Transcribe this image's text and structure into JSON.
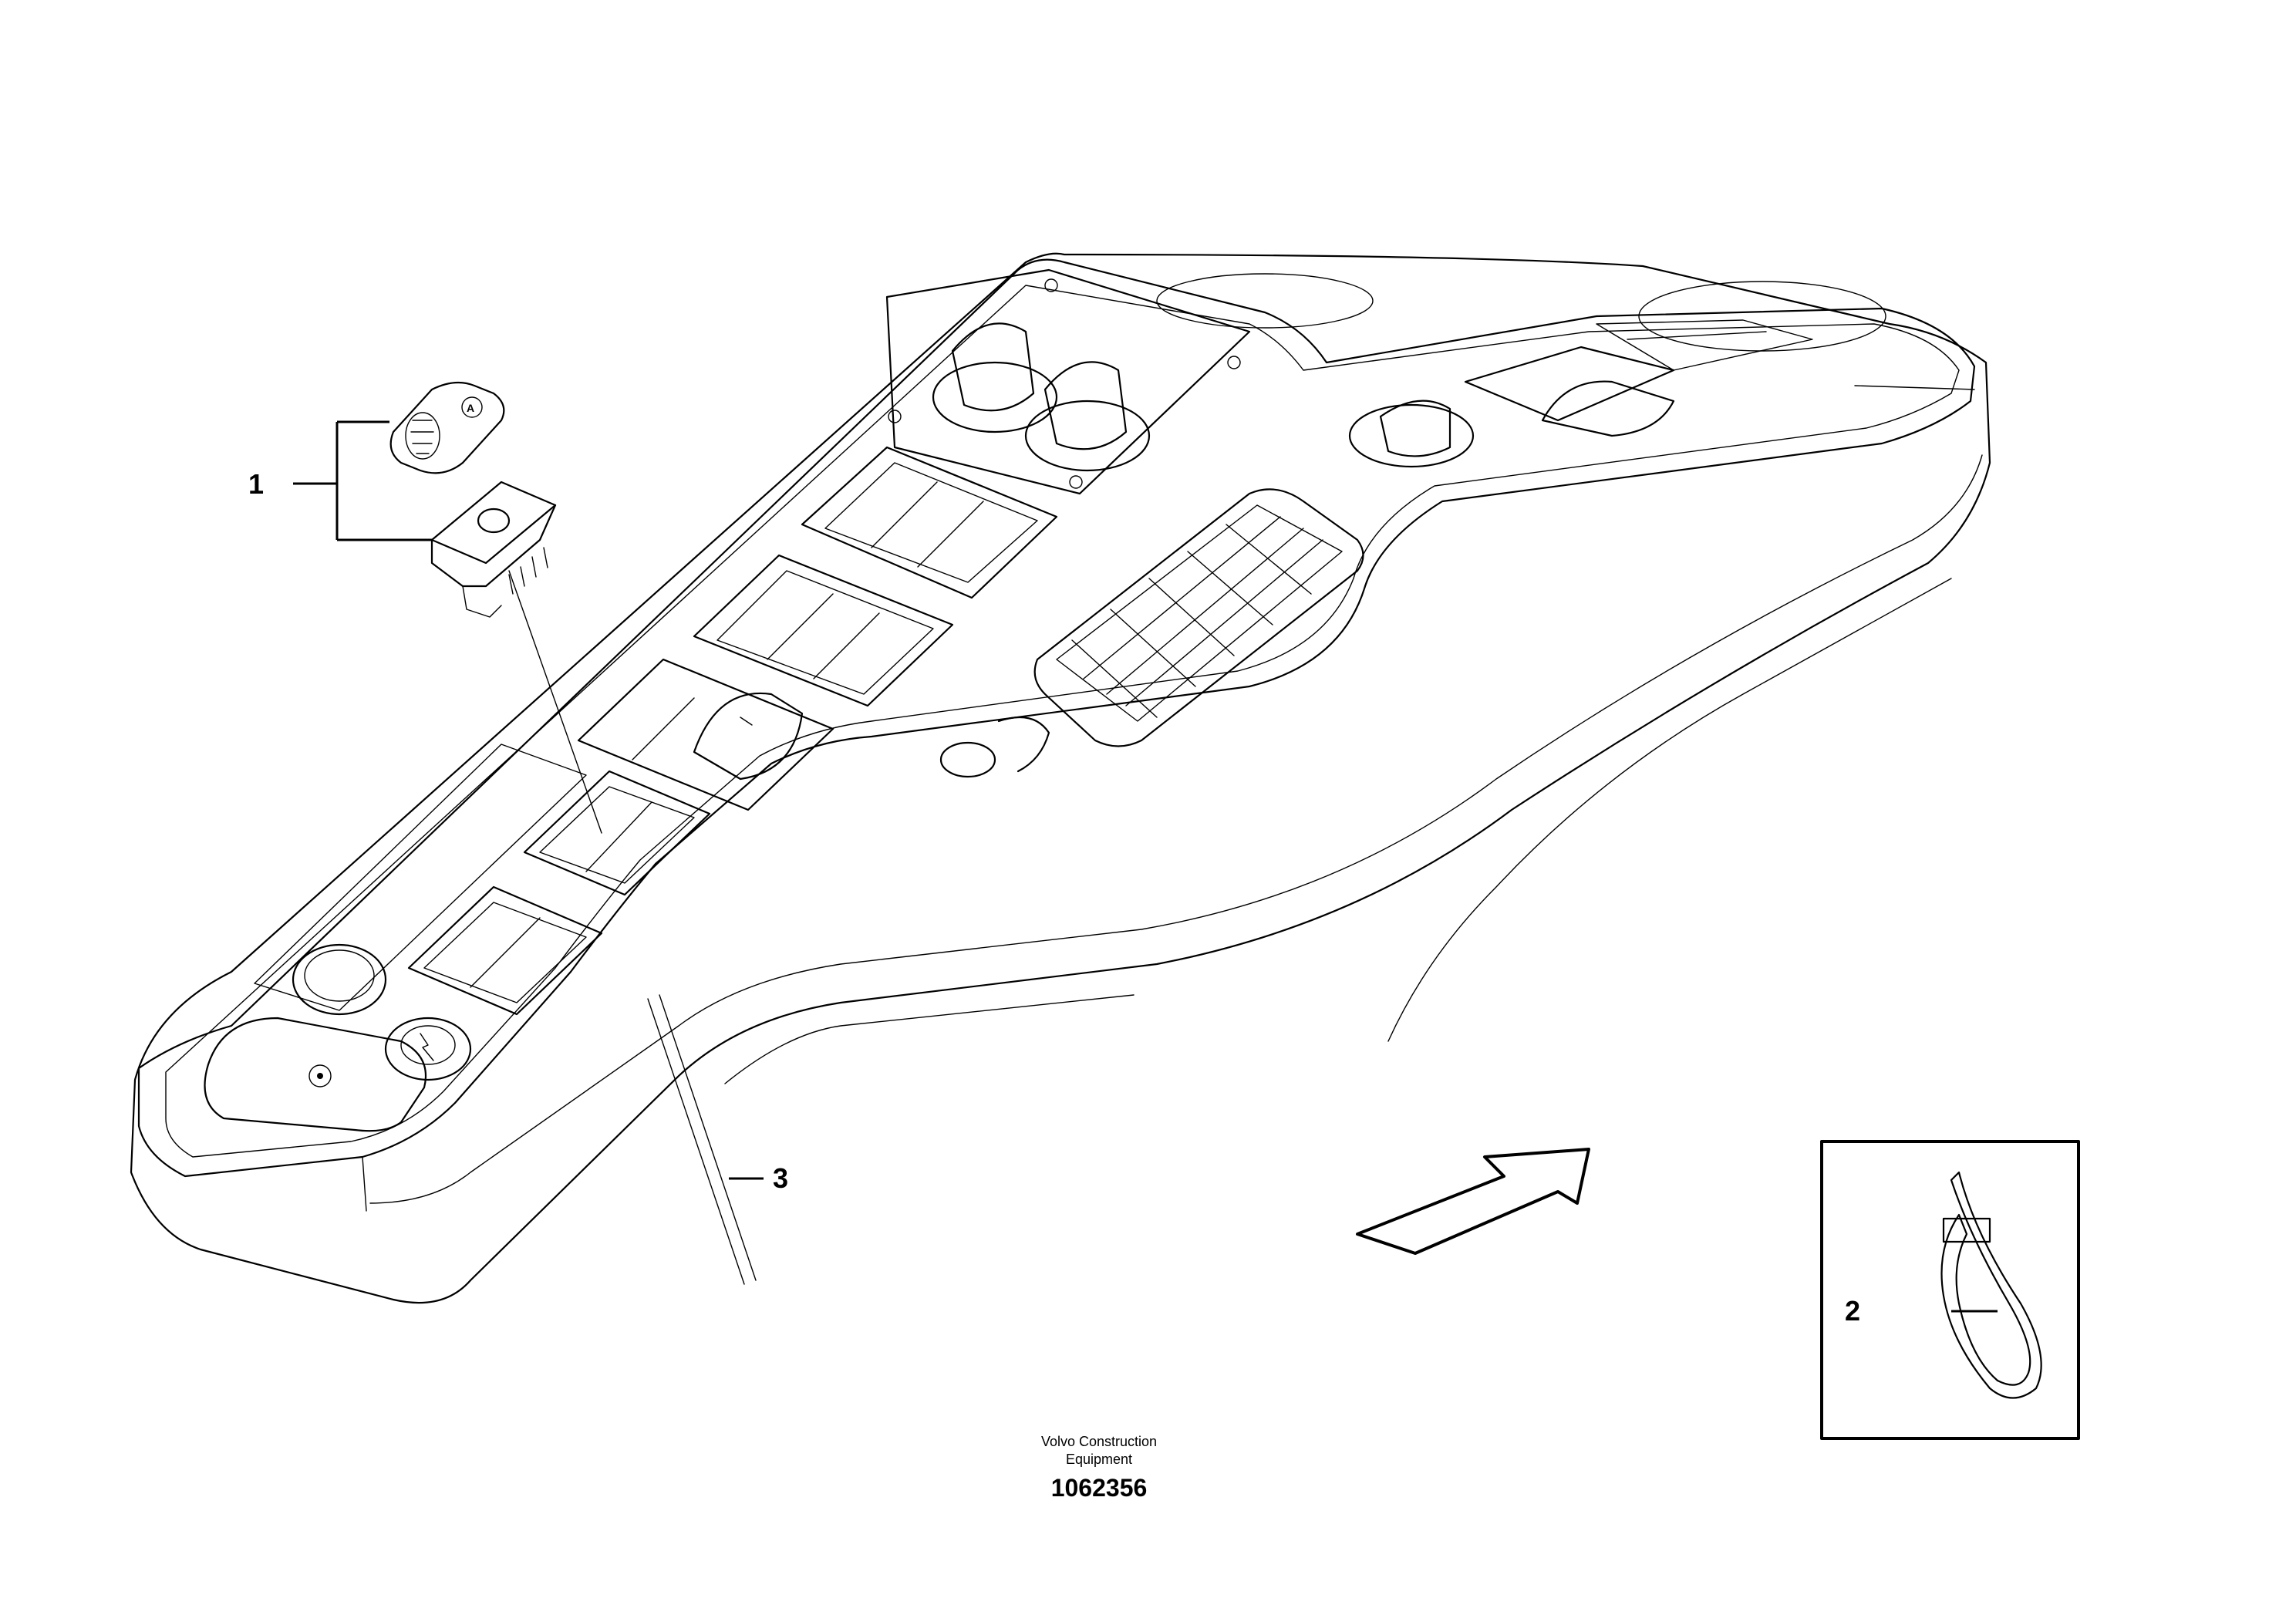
{
  "callouts": {
    "item1": "1",
    "item2": "2",
    "item3": "3"
  },
  "footer": {
    "company_line1": "Volvo Construction",
    "company_line2": "Equipment",
    "drawing_number": "1062356"
  }
}
